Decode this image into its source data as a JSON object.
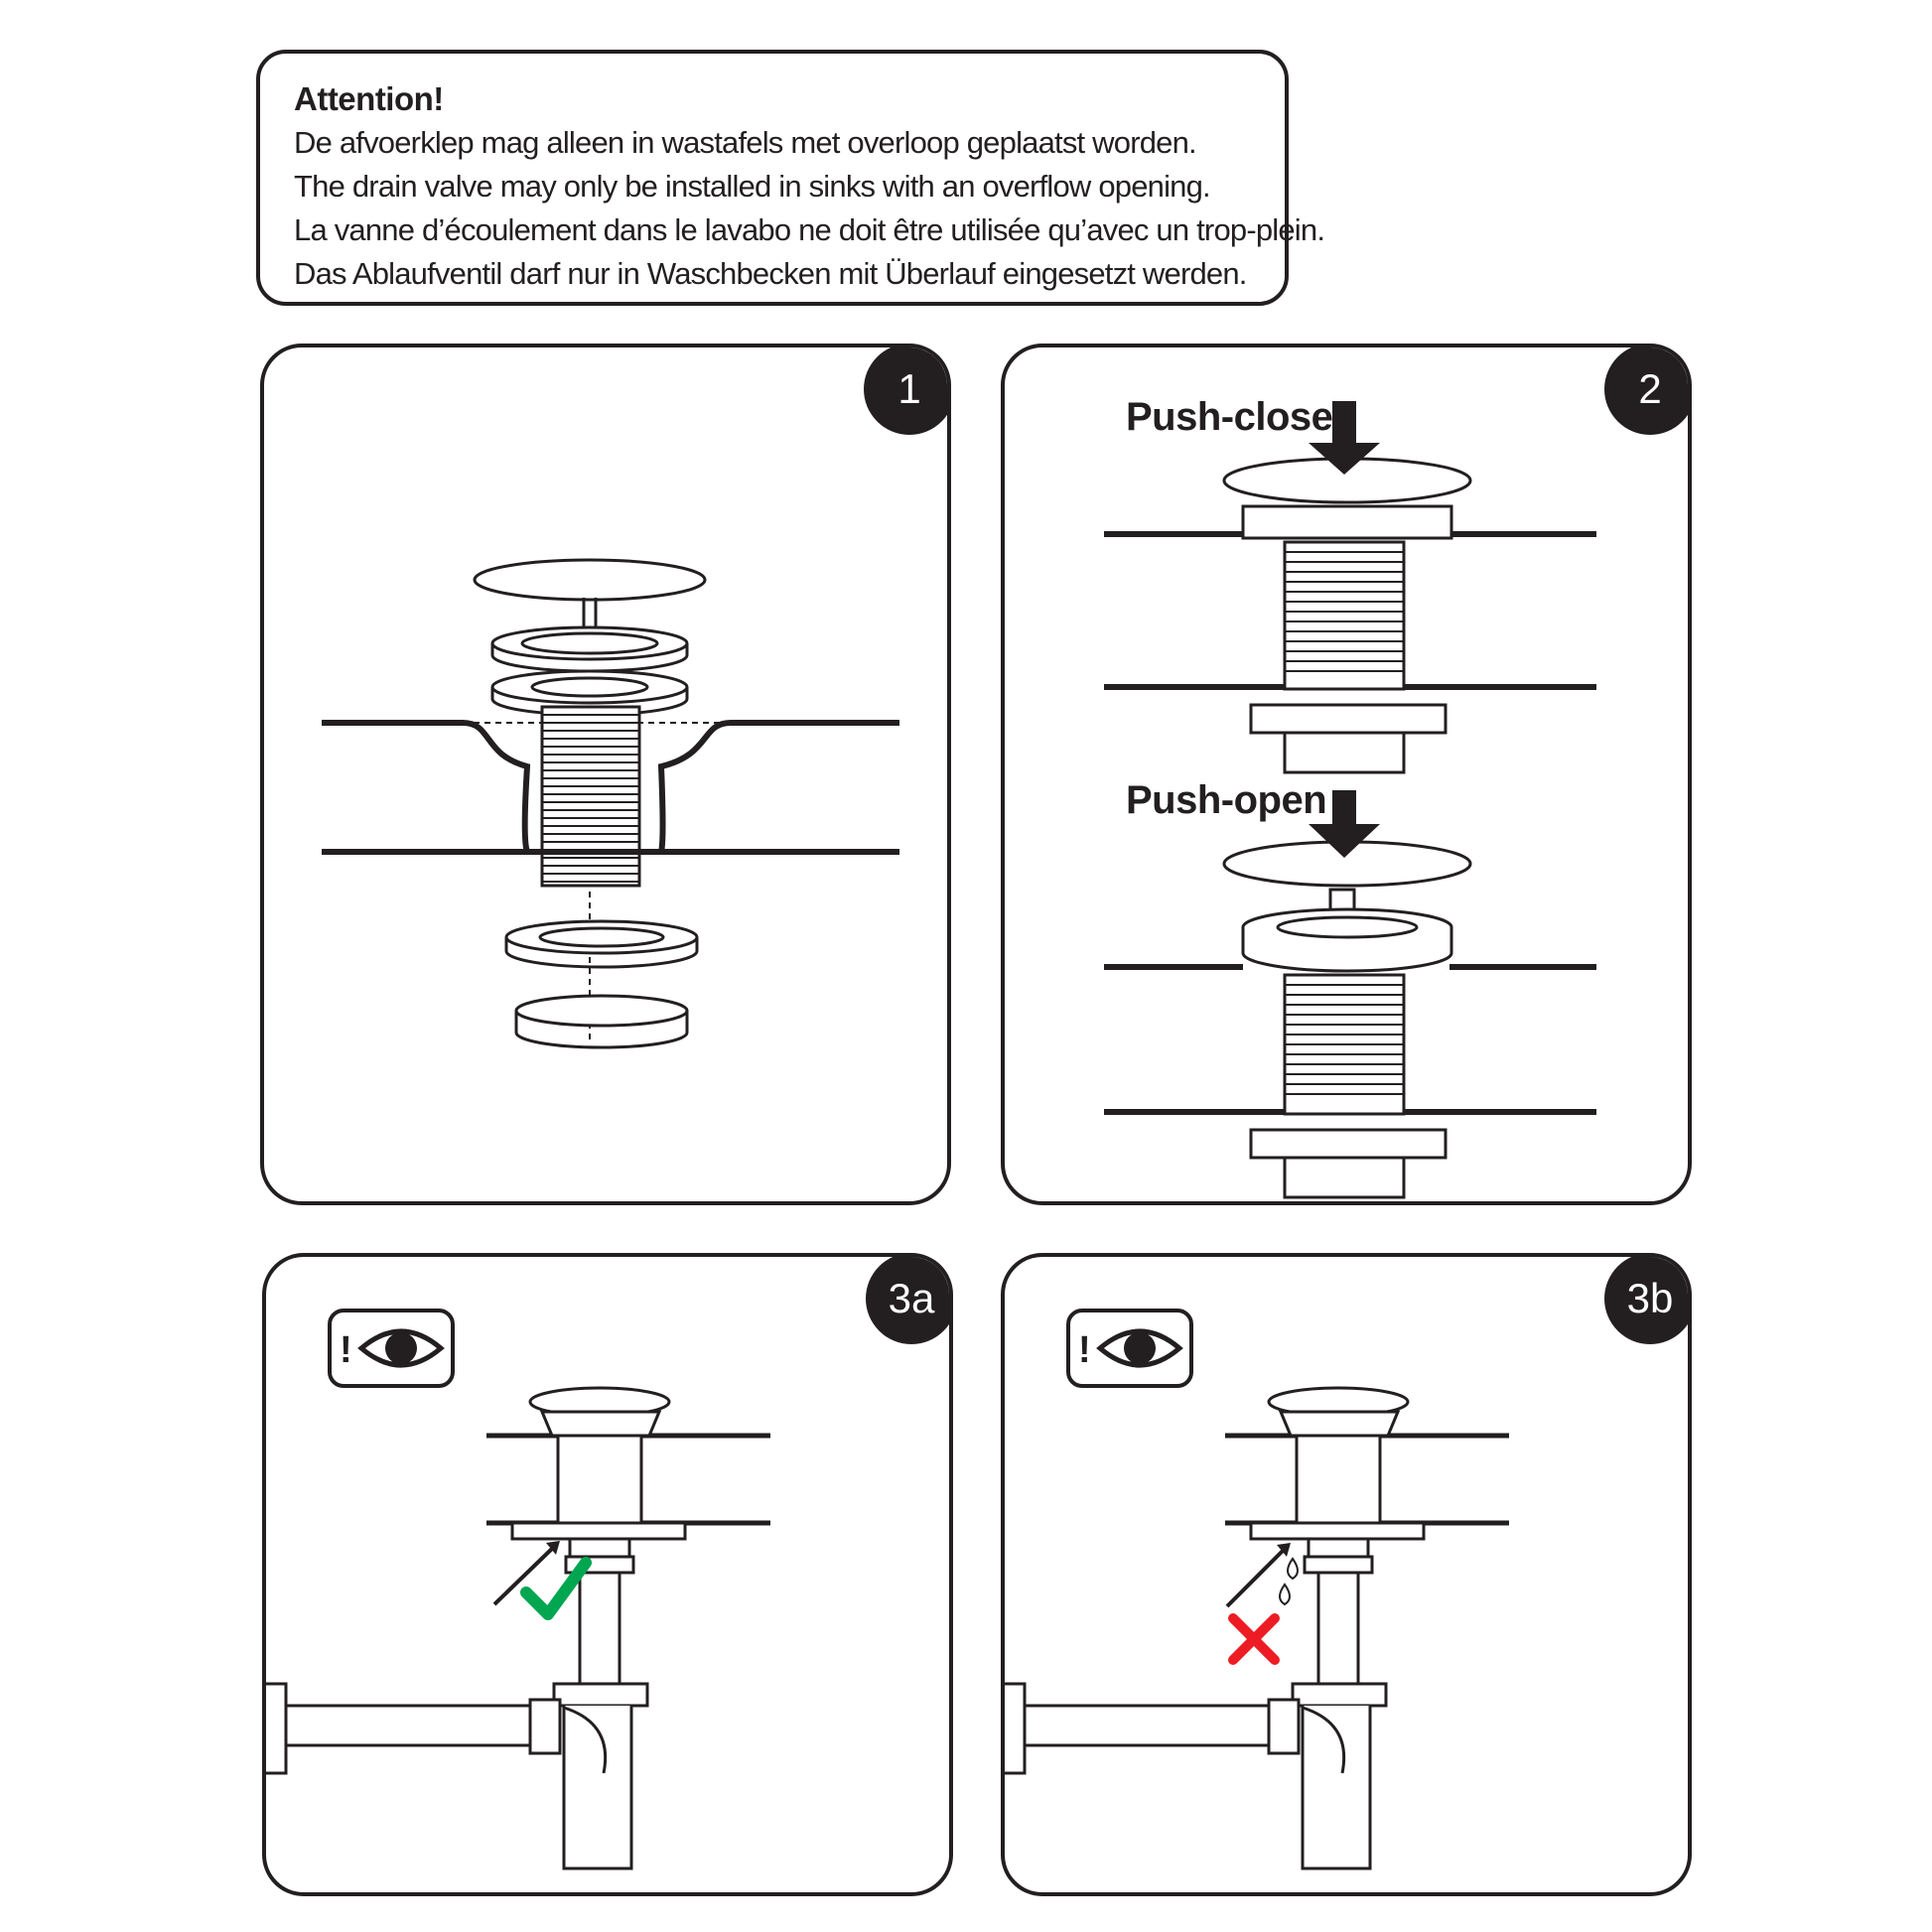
{
  "attention": {
    "title": "Attention!",
    "lines": [
      "De afvoerklep mag alleen in wastafels met overloop geplaatst worden.",
      "The drain valve may only be installed in sinks with an overflow opening.",
      "La vanne d’écoulement dans le lavabo ne doit être utilisée qu’avec un trop-plein.",
      "Das Ablaufventil darf nur in Waschbecken mit Überlauf eingesetzt werden."
    ]
  },
  "panels": {
    "p1": {
      "step": "1"
    },
    "p2": {
      "step": "2",
      "push_close": "Push-close",
      "push_open": "Push-open"
    },
    "p3a": {
      "step": "3a"
    },
    "p3b": {
      "step": "3b"
    }
  },
  "colors": {
    "ink": "#231f20",
    "check": "#00a650",
    "cross": "#ed1c24",
    "paper": "#ffffff"
  },
  "icons": [
    "attention-eye-icon",
    "check-icon",
    "cross-icon",
    "water-drop-icon",
    "down-arrow-icon"
  ]
}
